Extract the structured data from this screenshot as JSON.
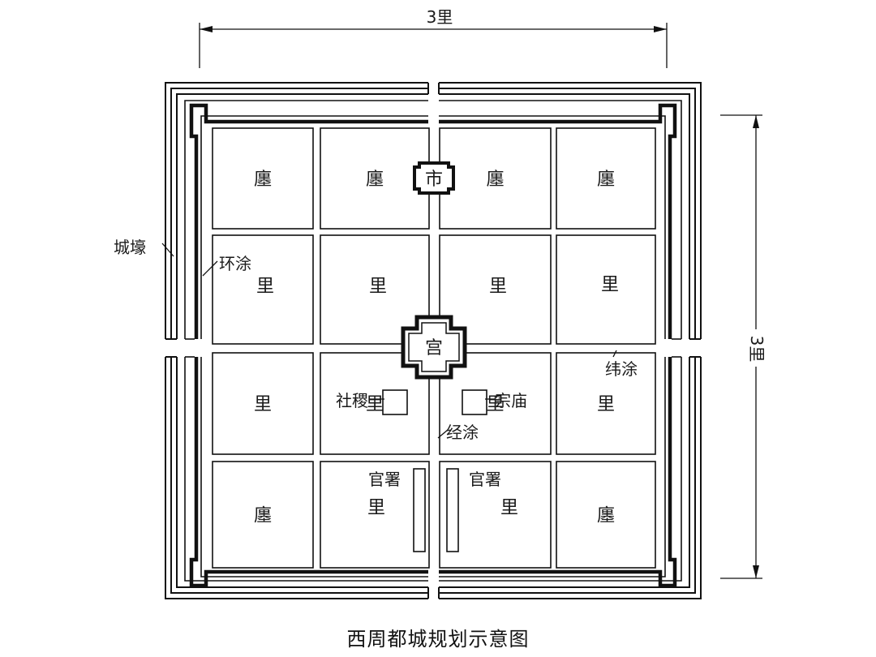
{
  "dimensions": {
    "width_label": "3里",
    "height_label": "3里"
  },
  "blocks": [
    [
      "廛",
      "廛",
      "廛",
      "廛"
    ],
    [
      "里",
      "里",
      "里",
      "里"
    ],
    [
      "里",
      "里",
      "里",
      "里"
    ],
    [
      "廛",
      "里",
      "里",
      "廛"
    ]
  ],
  "center_labels": {
    "market": "市",
    "palace": "宫"
  },
  "annotations": {
    "moat": "城壕",
    "ring_road": "环涂",
    "east_west_road": "纬涂",
    "north_south_road": "经涂",
    "altar": "社稷",
    "temple": "宗庙",
    "office_left": "官署",
    "office_right": "官署"
  },
  "caption": "西周都城规划示意图"
}
